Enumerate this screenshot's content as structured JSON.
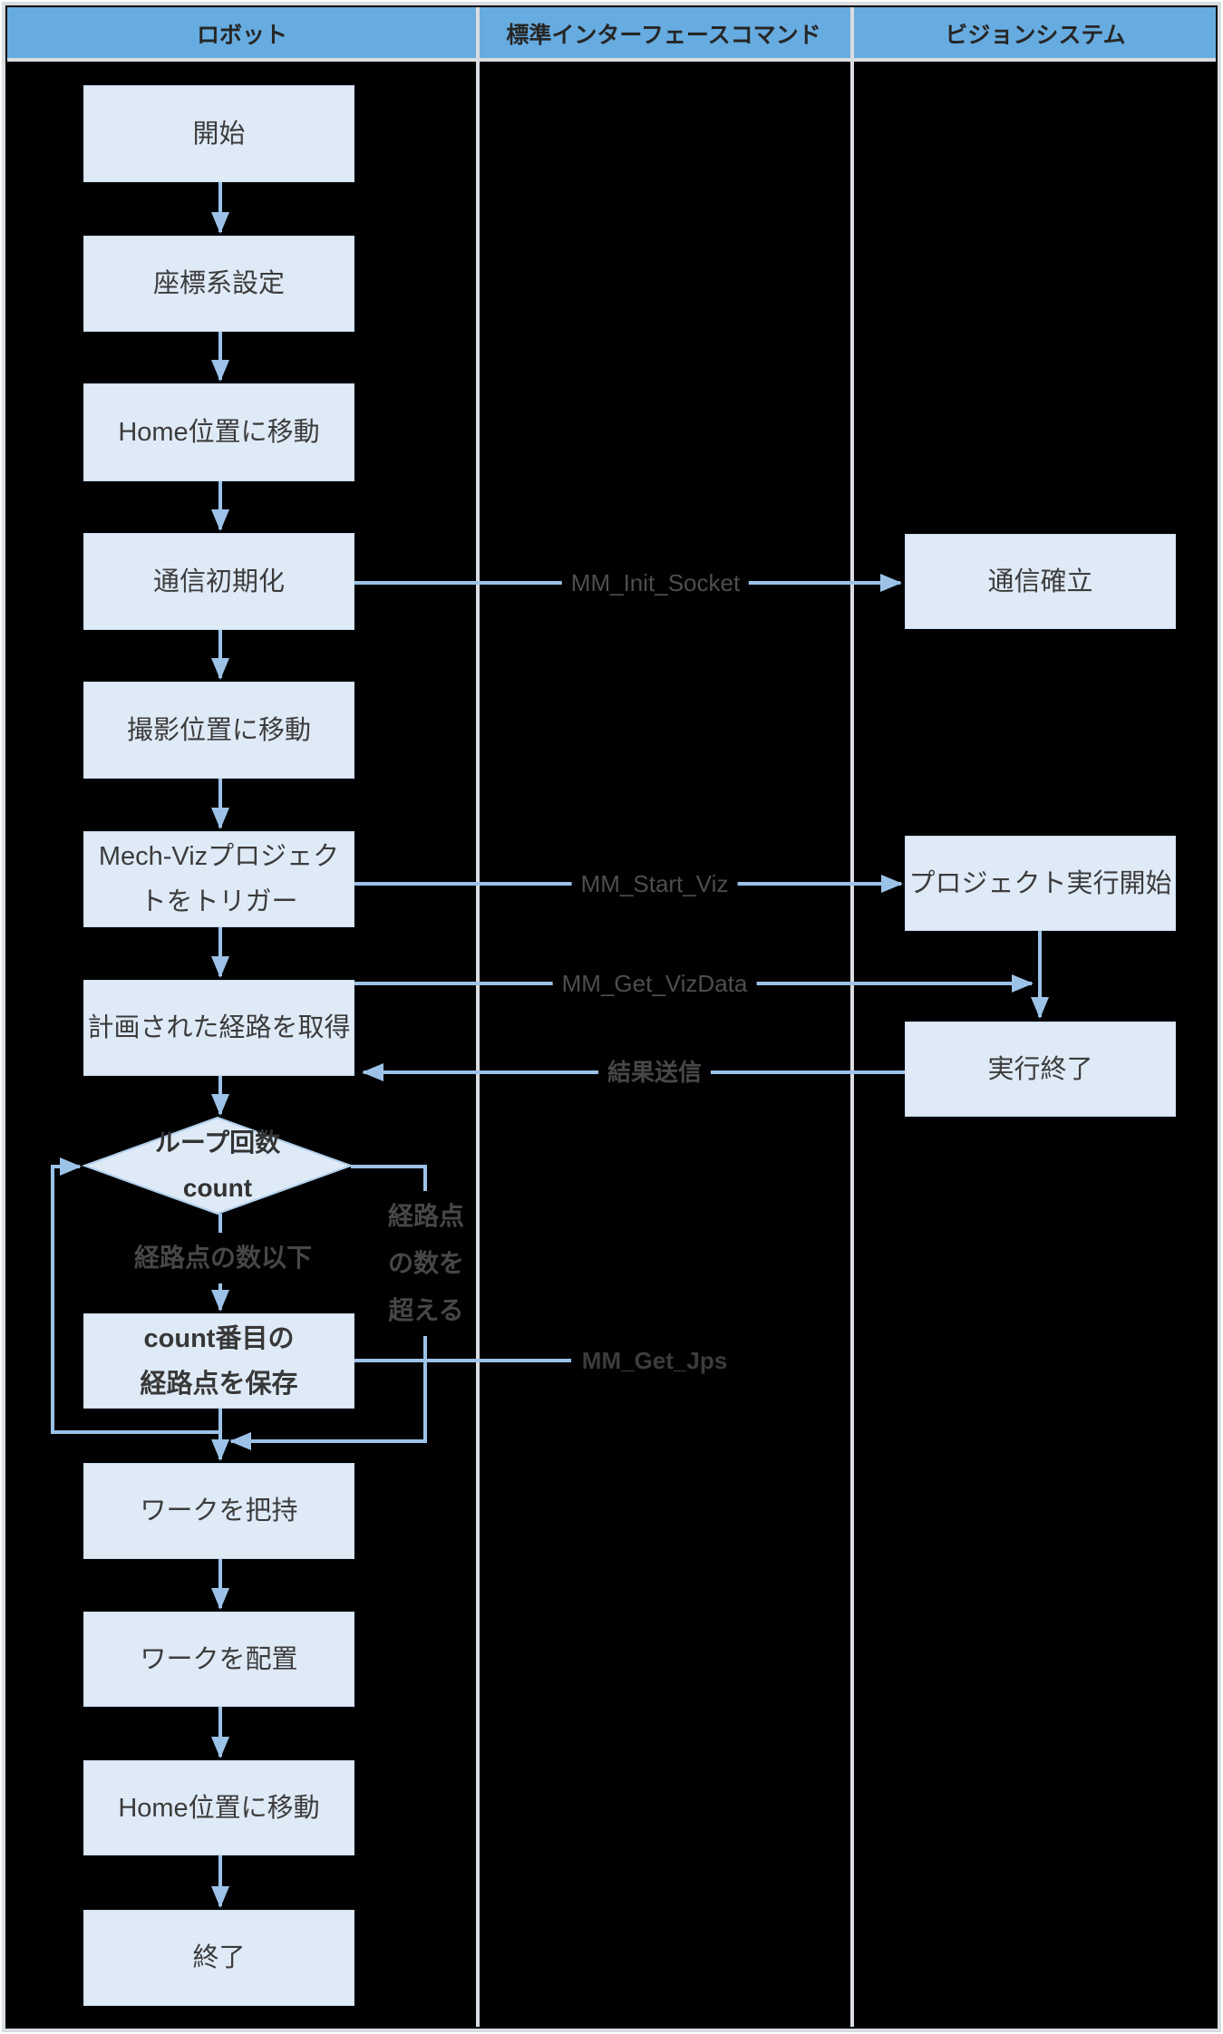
{
  "lanes": {
    "robot": "ロボット",
    "commands": "標準インターフェースコマンド",
    "vision": "ビジョンシステム"
  },
  "robot_flow": {
    "start": "開始",
    "coord": "座標系設定",
    "home_move_1": "Home位置に移動",
    "comm_init": "通信初期化",
    "capture_move": "撮影位置に移動",
    "trigger_viz": "Mech-Vizプロジェク\nトをトリガー",
    "get_path": "計画された経路を取得",
    "loop_decision": "ループ回数\ncount",
    "save_waypoint": "count番目の\n経路点を保存",
    "grasp": "ワークを把持",
    "place": "ワークを配置",
    "home_move_2": "Home位置に移動",
    "end": "終了"
  },
  "vision_flow": {
    "comm_established": "通信確立",
    "project_start": "プロジェクト実行開始",
    "run_end": "実行終了"
  },
  "commands": {
    "init_socket": "MM_Init_Socket",
    "start_viz": "MM_Start_Viz",
    "get_vizdata": "MM_Get_VizData",
    "send_result": "結果送信",
    "get_jps": "MM_Get_Jps"
  },
  "branches": {
    "within_count": "経路点の数以下",
    "exceed_count": "経路点\nの数を\n超える"
  },
  "colors": {
    "header_blue": "#67ACE0",
    "box_fill": "#DFEAF7",
    "line_blue": "#9CC2E8",
    "frame_gray": "#D9DCE0",
    "text_dark": "#3C3C3C",
    "label_gray": "#4E4E4E"
  }
}
